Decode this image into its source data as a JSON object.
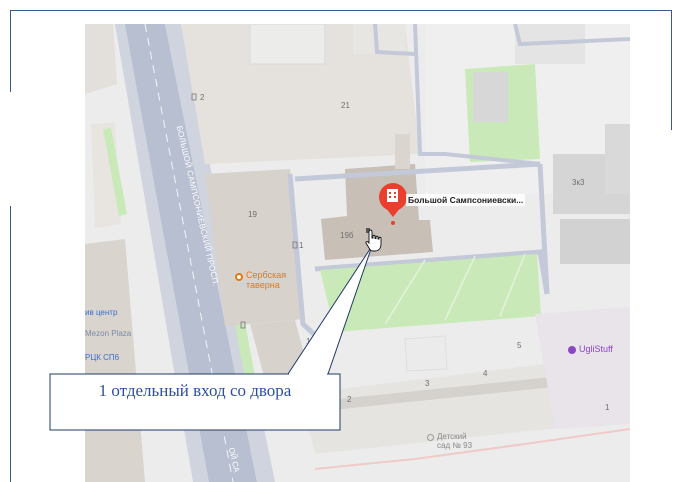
{
  "map": {
    "street_name": "БОЛЬШОЙ САМПСОНИЕВСКИЙ ПРОСП.",
    "street_name_bottom": "ОЙ СА",
    "house_numbers": {
      "n21": "21",
      "n19": "19",
      "n19b": "19б",
      "n3k3": "3к3"
    },
    "entrance_numbers": {
      "e2_top": "2",
      "e1_mid": "1",
      "e1_low": "1",
      "e2_low": "2",
      "e3": "3",
      "e4": "4",
      "e5": "5",
      "e_far": "1"
    },
    "pin": {
      "label": "Большой Сампсониевски...",
      "color": "#e8402c"
    },
    "pois": {
      "tavern": "Сербская\nтаверна",
      "business_center": "ив центр",
      "mezon": "Mezon Plaza",
      "rck": "РЦК СП6",
      "uglistuff": "UgliStuff",
      "kindergarten": "Детский\nсад № 93"
    },
    "colors": {
      "road": "#b6bdd0",
      "building": "#d7d2cc",
      "dark_building": "#c8bfb6",
      "park": "#c9eab8",
      "background": "#ececec"
    }
  },
  "callout": {
    "text": "1 отдельный вход со двора"
  }
}
